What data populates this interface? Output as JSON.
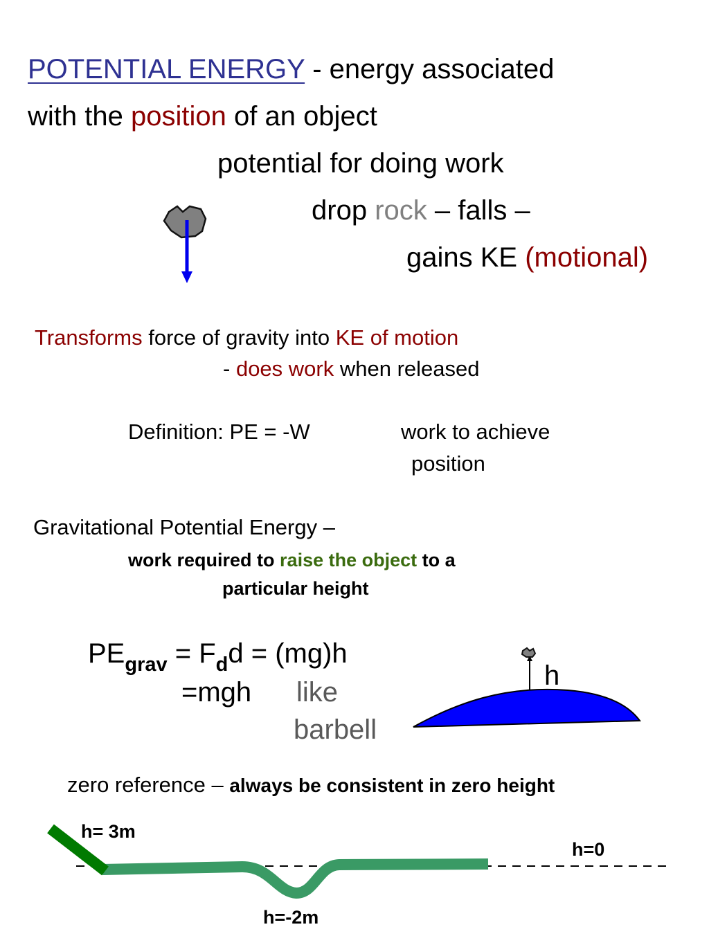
{
  "heading": {
    "term": "POTENTIAL ENERGY",
    "def_a": "- energy associated",
    "def_b": "with the",
    "def_position": "position",
    "def_c": "of an object"
  },
  "intro": {
    "line1": "potential for doing work",
    "drop": "drop",
    "rock": "rock",
    "falls": "– falls –",
    "gains": "gains KE",
    "motional": "(motional)"
  },
  "transforms": {
    "word": "Transforms",
    "mid": "force of gravity into",
    "ke": "KE of motion",
    "dash": "-",
    "does_work": "does work",
    "released": "when released"
  },
  "definition": {
    "label": "Definition:  PE = -W",
    "note1": "work to achieve",
    "note2": "position"
  },
  "gravitational": {
    "title": "Gravitational Potential Energy –",
    "req_a": "work required to",
    "req_raise": "raise the object",
    "req_b": "to a",
    "req_c": "particular height"
  },
  "formula": {
    "pe": "PE",
    "grav_sub": "grav",
    "eq1": "= F",
    "d_sub": "d",
    "eq2": "d = (mg)h",
    "mgh": "=mgh",
    "like": "like",
    "barbell": "barbell",
    "h": "h"
  },
  "zero_ref": {
    "text": "zero reference –",
    "bold": "always be consistent in zero height"
  },
  "heights": {
    "h3": "h= 3m",
    "h0": "h=0",
    "hm2": "h=-2m"
  },
  "colors": {
    "title_blue": "#2e3192",
    "dark_red": "#8b0000",
    "arrow_blue": "#0000ee",
    "hill_blue": "#0000ff",
    "path_green": "#3a9a65",
    "ramp_green": "#007a00",
    "object_green": "#3a6b0e"
  },
  "icons": {
    "rock": "rock-icon",
    "arrow": "down-arrow-icon"
  }
}
